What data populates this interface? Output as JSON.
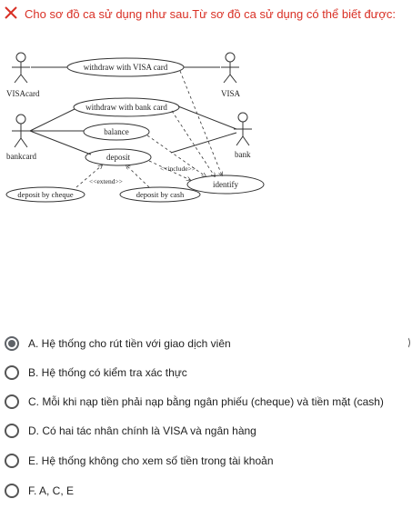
{
  "question": {
    "text": "Cho sơ đồ ca sử dụng như sau.Từ sơ đồ ca sử dụng có thể biết được:",
    "status_icon": "close-icon",
    "status_color": "#d93025"
  },
  "diagram": {
    "actors": {
      "visacard": "VISAcard",
      "visa": "VISA",
      "bankcard": "bankcard",
      "bank": "bank"
    },
    "use_cases": {
      "withdraw_visa": "withdraw with VISA card",
      "withdraw_bank": "withdraw with bank card",
      "balance": "balance",
      "deposit": "deposit",
      "identify": "identify",
      "deposit_cheque": "deposit by cheque",
      "deposit_cash": "deposit by cash"
    },
    "stereotypes": {
      "include": "<<include>>",
      "extend": "<<extend>>"
    }
  },
  "options": [
    {
      "label": "A. Hệ thống cho rút tiền với giao dịch viên",
      "selected": true
    },
    {
      "label": "B. Hệ thống có kiểm tra xác thực",
      "selected": false
    },
    {
      "label": "C. Mỗi khi nạp tiền phải nạp bằng ngân phiếu (cheque) và tiền mặt (cash)",
      "selected": false
    },
    {
      "label": "D. Có hai tác nhân chính là VISA và ngân hàng",
      "selected": false
    },
    {
      "label": "E. Hệ thống không cho xem số tiền trong tài khoản",
      "selected": false
    },
    {
      "label": "F. A, C, E",
      "selected": false
    }
  ]
}
